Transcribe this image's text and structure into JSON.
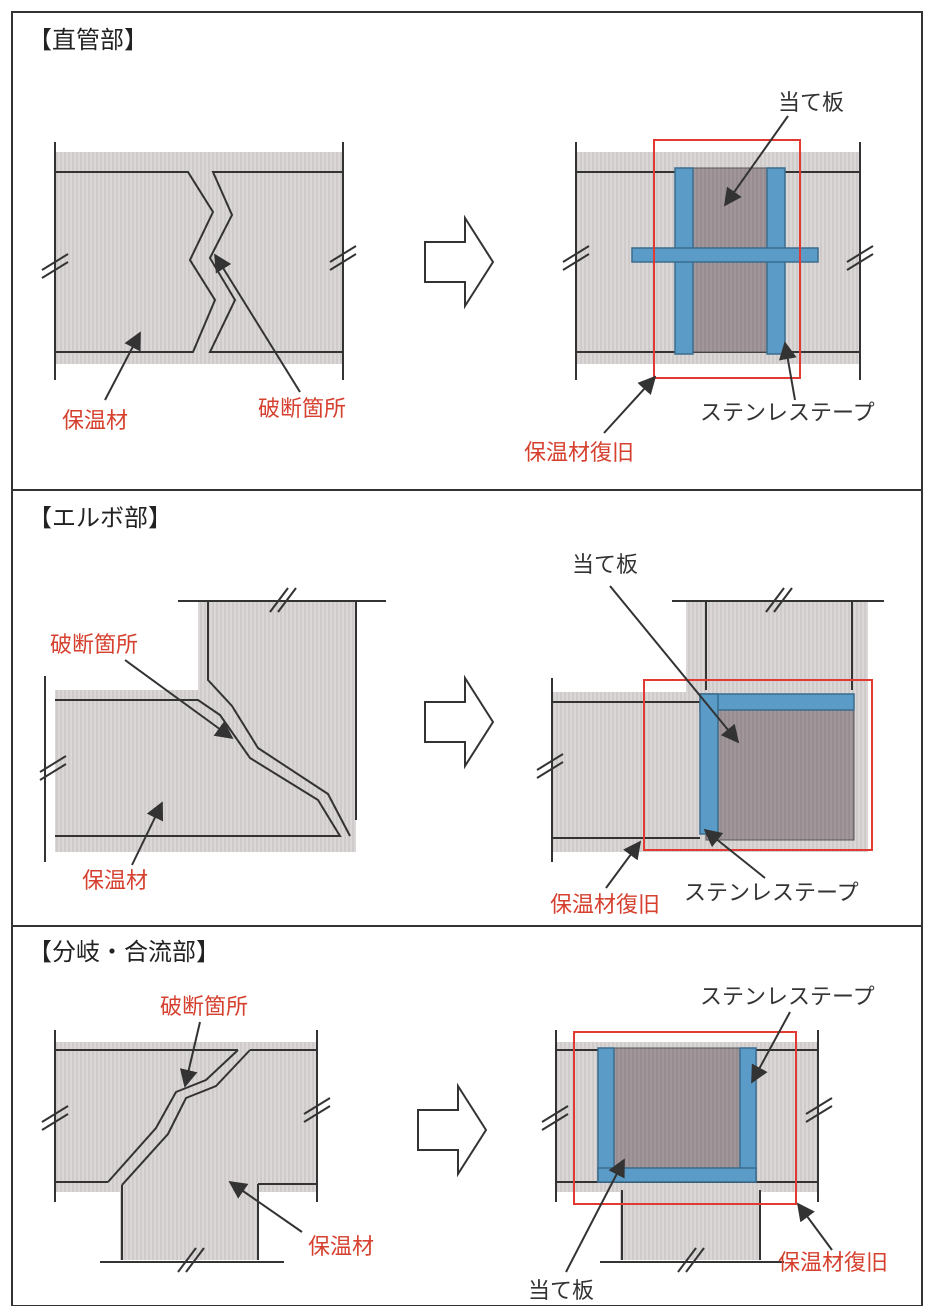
{
  "sections": [
    {
      "title": "【直管部】",
      "labels": {
        "insulation": "保温材",
        "break_point": "破断箇所",
        "patch_plate": "当て板",
        "stainless_tape": "ステンレステープ",
        "insulation_restore": "保温材復旧"
      }
    },
    {
      "title": "【エルボ部】",
      "labels": {
        "break_point": "破断箇所",
        "insulation": "保温材",
        "patch_plate": "当て板",
        "insulation_restore": "保温材復旧",
        "stainless_tape": "ステンレステープ"
      }
    },
    {
      "title": "【分岐・合流部】",
      "labels": {
        "break_point": "破断箇所",
        "insulation": "保温材",
        "stainless_tape": "ステンレステープ",
        "patch_plate": "当て板",
        "insulation_restore": "保温材復旧"
      }
    }
  ],
  "colors": {
    "insulation_fill": "#d9d4d4",
    "patch_fill": "#9c8f8f",
    "tape_fill": "#5b9bc7",
    "restore_frame": "#e03a32",
    "label_red": "#d6402f",
    "label_black": "#333333"
  }
}
